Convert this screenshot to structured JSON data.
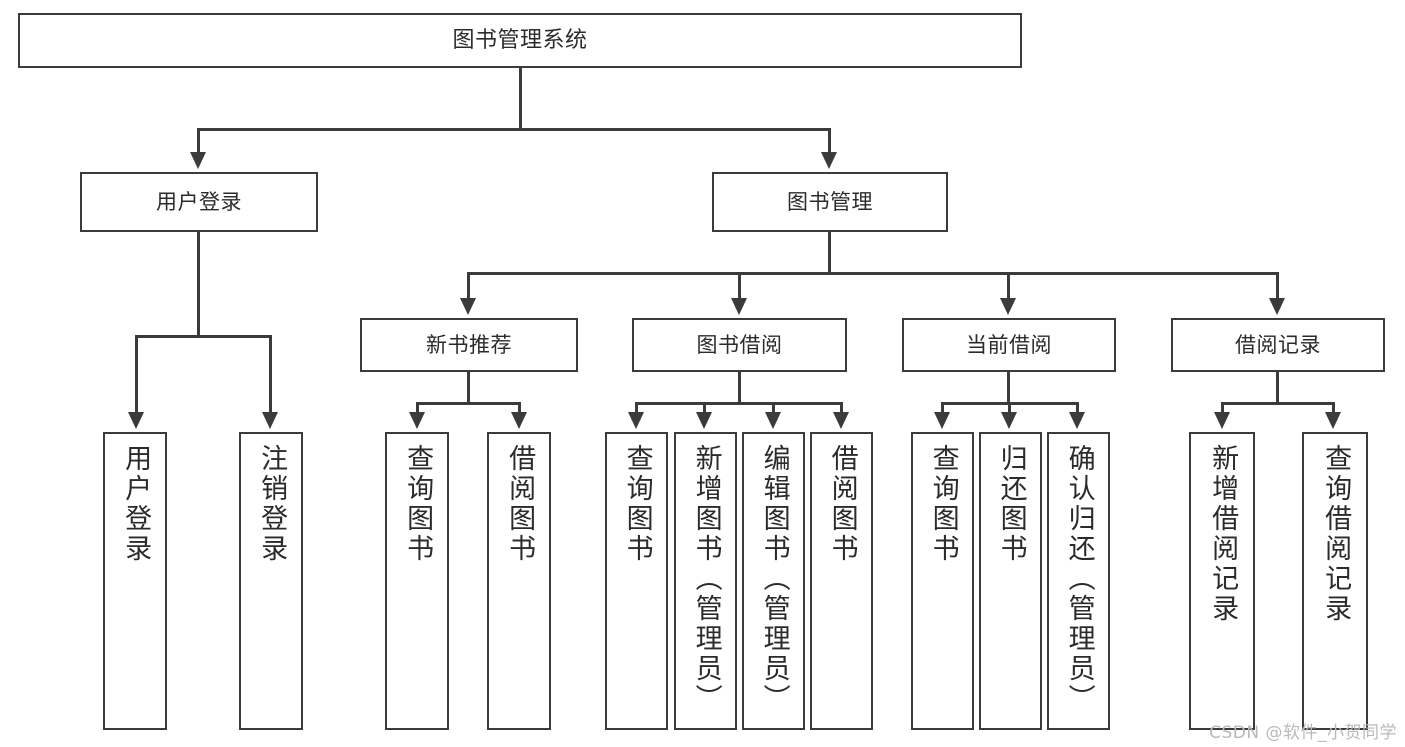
{
  "diagram": {
    "title": "图书管理系统",
    "type": "tree",
    "watermark": "CSDN @软件_小贺同学",
    "colors": {
      "stroke": "#3b3b3b",
      "box_fill": "#ffffff",
      "text": "#2b2b2b",
      "watermark": "#b9b9b9",
      "background": "#ffffff"
    },
    "root": {
      "label": "图书管理系统"
    },
    "level2": [
      {
        "label": "用户登录"
      },
      {
        "label": "图书管理"
      }
    ],
    "level3": [
      {
        "label": "新书推荐"
      },
      {
        "label": "图书借阅"
      },
      {
        "label": "当前借阅"
      },
      {
        "label": "借阅记录"
      }
    ],
    "leaves": {
      "user_login": [
        {
          "label": "用户登录"
        },
        {
          "label": "注销登录"
        }
      ],
      "new_book": [
        {
          "label": "查询图书"
        },
        {
          "label": "借阅图书"
        }
      ],
      "borrow_book": [
        {
          "label": "查询图书"
        },
        {
          "label": "新增图书（管理员）"
        },
        {
          "label": "编辑图书（管理员）"
        },
        {
          "label": "借阅图书"
        }
      ],
      "current_borrow": [
        {
          "label": "查询图书"
        },
        {
          "label": "归还图书"
        },
        {
          "label": "确认归还（管理员）"
        }
      ],
      "borrow_record": [
        {
          "label": "新增借阅记录"
        },
        {
          "label": "查询借阅记录"
        }
      ]
    }
  }
}
